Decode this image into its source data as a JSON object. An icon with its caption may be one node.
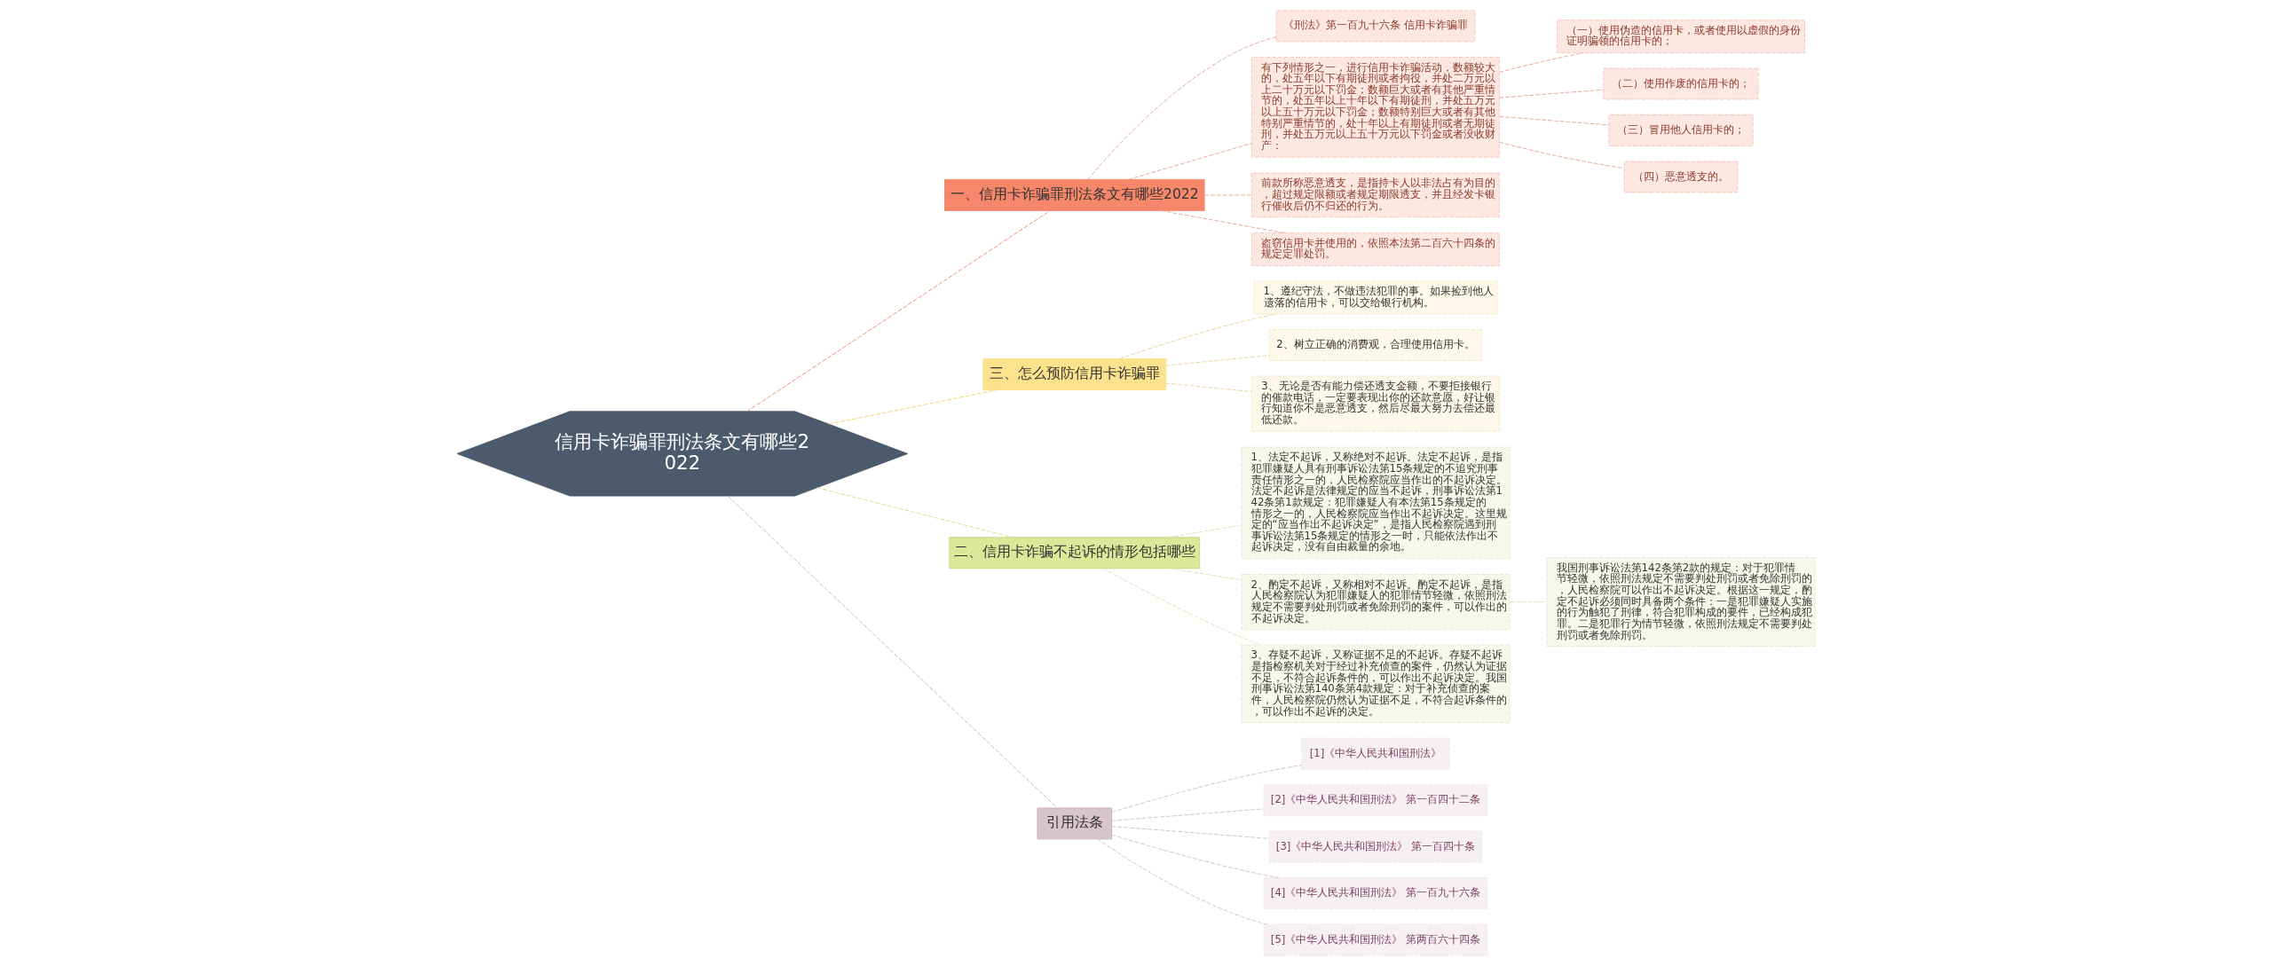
{
  "diagram": {
    "nodes": [
      {
        "text": [
          "信用卡诈骗罪刑法条文有哪些2022"
        ]
      },
      {
        "text": [
          "一、信用卡诈骗罪刑法条文有哪些2022"
        ]
      },
      {
        "text": [
          "《刑法》第一百九十六条 信用卡诈骗罪"
        ]
      },
      {
        "text": [
          "有下列情形之一，进行信用卡诈骗活动，数额较大的，处五年以下有期徒刑或者拘役，并处二万元以上二十万元以下罚金；数额巨大或者有其他严重情节的，处五年以上十年以下有期徒刑，并处五万元以上五十万元以下罚金；数额特别巨大或者有其他特别严重情节的，处十年以上有期徒刑或者无期徒刑，并处五万元以上五十万元以下罚金或者没收财产："
        ]
      },
      {
        "text": [
          "（一）使用伪造的信用卡，或者使用以虚假的身份证明骗领的信用卡的；"
        ]
      },
      {
        "text": [
          "（二）使用作废的信用卡的；"
        ]
      },
      {
        "text": [
          "（三）冒用他人信用卡的；"
        ]
      },
      {
        "text": [
          "（四）恶意透支的。"
        ]
      },
      {
        "text": [
          "前款所称恶意透支，是指持卡人以非法占有为目的，超过规定限额或者规定期限透支，并且经发卡银行催收后仍不归还的行为。"
        ]
      },
      {
        "text": [
          "盗窃信用卡并使用的，依照本法第二百六十四条的规定定罪处罚。"
        ]
      },
      {
        "text": [
          "三、怎么预防信用卡诈骗罪"
        ]
      },
      {
        "text": [
          "1、遵纪守法，不做违法犯罪的事。如果捡到他人遗落的信用卡，可以交给银行机构。"
        ]
      },
      {
        "text": [
          "2、树立正确的消费观，合理使用信用卡。"
        ]
      },
      {
        "text": [
          "3、无论是否有能力偿还透支金额，不要拒接银行的催款电话，一定要表现出你的还款意愿，好让银行知道你不是恶意透支，然后尽最大努力去偿还最低还款。"
        ]
      },
      {
        "text": [
          "二、信用卡诈骗不起诉的情形包括哪些"
        ]
      },
      {
        "text": [
          "1、法定不起诉，又称绝对不起诉。法定不起诉，是指犯罪嫌疑人具有刑事诉讼法第15条规定的不追究刑事责任情形之一的，人民检察院应当作出的不起诉决定。法定不起诉是法律规定的应当不起诉，刑事诉讼法第142条第1款规定：犯罪嫌疑人有本法第15条规定的情形之一的，人民检察院应当作出不起诉决定。这里规定的“应当作出不起诉决定”，是指人民检察院遇到刑事诉讼法第15条规定的情形之一时，只能依法作出不起诉决定，没有自由裁量的余地。"
        ]
      },
      {
        "text": [
          "2、酌定不起诉，又称相对不起诉。酌定不起诉，是指人民检察院认为犯罪嫌疑人的犯罪情节轻微，依照刑法规定不需要判处刑罚或者免除刑罚的案件，可以作出的不起诉决定。"
        ]
      },
      {
        "text": [
          "我国刑事诉讼法第142条第2款的规定：对于犯罪情节轻微，依照刑法规定不需要判处刑罚或者免除刑罚的，人民检察院可以作出不起诉决定。根据这一规定，酌定不起诉必须同时具备两个条件：一是犯罪嫌疑人实施的行为触犯了刑律，符合犯罪构成的要件，已经构成犯罪。二是犯罪行为情节轻微，依照刑法规定不需要判处刑罚或者免除刑罚。"
        ]
      },
      {
        "text": [
          "3、存疑不起诉，又称证据不足的不起诉。存疑不起诉是指检察机关对于经过补充侦查的案件，仍然认为证据不足，不符合起诉条件的，可以作出不起诉决定。我国刑事诉讼法第140条第4款规定：对于补充侦查的案件，人民检察院仍然认为证据不足，不符合起诉条件的，可以作出不起诉的决定。"
        ]
      },
      {
        "text": [
          "引用法条"
        ]
      },
      {
        "text": [
          "[1]《中华人民共和国刑法》"
        ]
      },
      {
        "text": [
          "[2]《中华人民共和国刑法》 第一百四十二条"
        ]
      },
      {
        "text": [
          "[3]《中华人民共和国刑法》 第一百四十条"
        ]
      },
      {
        "text": [
          "[4]《中华人民共和国刑法》 第一百九十六条"
        ]
      },
      {
        "text": [
          "[5]《中华人民共和国刑法》 第两百六十四条"
        ]
      }
    ],
    "edges": [
      {
        "from": 0,
        "to": 1,
        "arrow": "none",
        "style": "dashed",
        "color": "#f08a6c"
      },
      {
        "from": 1,
        "to": 2,
        "arrow": "none",
        "style": "dashed",
        "color": "#e8a898"
      },
      {
        "from": 1,
        "to": 3,
        "arrow": "none",
        "style": "dashed",
        "color": "#e8a898"
      },
      {
        "from": 3,
        "to": 4,
        "arrow": "none",
        "style": "dashed",
        "color": "#e8a898"
      },
      {
        "from": 3,
        "to": 5,
        "arrow": "none",
        "style": "dashed",
        "color": "#e8a898"
      },
      {
        "from": 3,
        "to": 6,
        "arrow": "none",
        "style": "dashed",
        "color": "#e8a898"
      },
      {
        "from": 3,
        "to": 7,
        "arrow": "none",
        "style": "dashed",
        "color": "#e8a898"
      },
      {
        "from": 1,
        "to": 8,
        "arrow": "none",
        "style": "dashed",
        "color": "#e8a898"
      },
      {
        "from": 1,
        "to": 9,
        "arrow": "none",
        "style": "dashed",
        "color": "#e8a898"
      },
      {
        "from": 0,
        "to": 10,
        "arrow": "none",
        "style": "dashed",
        "color": "#f0d070"
      },
      {
        "from": 10,
        "to": 11,
        "arrow": "none",
        "style": "dashed",
        "color": "#e8d49a"
      },
      {
        "from": 10,
        "to": 12,
        "arrow": "none",
        "style": "dashed",
        "color": "#e8d49a"
      },
      {
        "from": 10,
        "to": 13,
        "arrow": "none",
        "style": "dashed",
        "color": "#e8d49a"
      },
      {
        "from": 0,
        "to": 14,
        "arrow": "none",
        "style": "dashed",
        "color": "#d4e08a"
      },
      {
        "from": 14,
        "to": 15,
        "arrow": "none",
        "style": "dashed",
        "color": "#dce4b0"
      },
      {
        "from": 14,
        "to": 16,
        "arrow": "none",
        "style": "dashed",
        "color": "#dce4b0"
      },
      {
        "from": 16,
        "to": 17,
        "arrow": "none",
        "style": "dashed",
        "color": "#dce4b0"
      },
      {
        "from": 14,
        "to": 18,
        "arrow": "none",
        "style": "dashed",
        "color": "#dce4b0"
      },
      {
        "from": 0,
        "to": 19,
        "arrow": "none",
        "style": "dashed",
        "color": "#c8b4be"
      },
      {
        "from": 19,
        "to": 20,
        "arrow": "none",
        "style": "dashed",
        "color": "#d0c4ca"
      },
      {
        "from": 19,
        "to": 21,
        "arrow": "none",
        "style": "dashed",
        "color": "#d0c4ca"
      },
      {
        "from": 19,
        "to": 22,
        "arrow": "none",
        "style": "dashed",
        "color": "#d0c4ca"
      },
      {
        "from": 19,
        "to": 23,
        "arrow": "none",
        "style": "dashed",
        "color": "#d0c4ca"
      },
      {
        "from": 19,
        "to": 24,
        "arrow": "none",
        "style": "dashed",
        "color": "#d0c4ca"
      }
    ]
  }
}
